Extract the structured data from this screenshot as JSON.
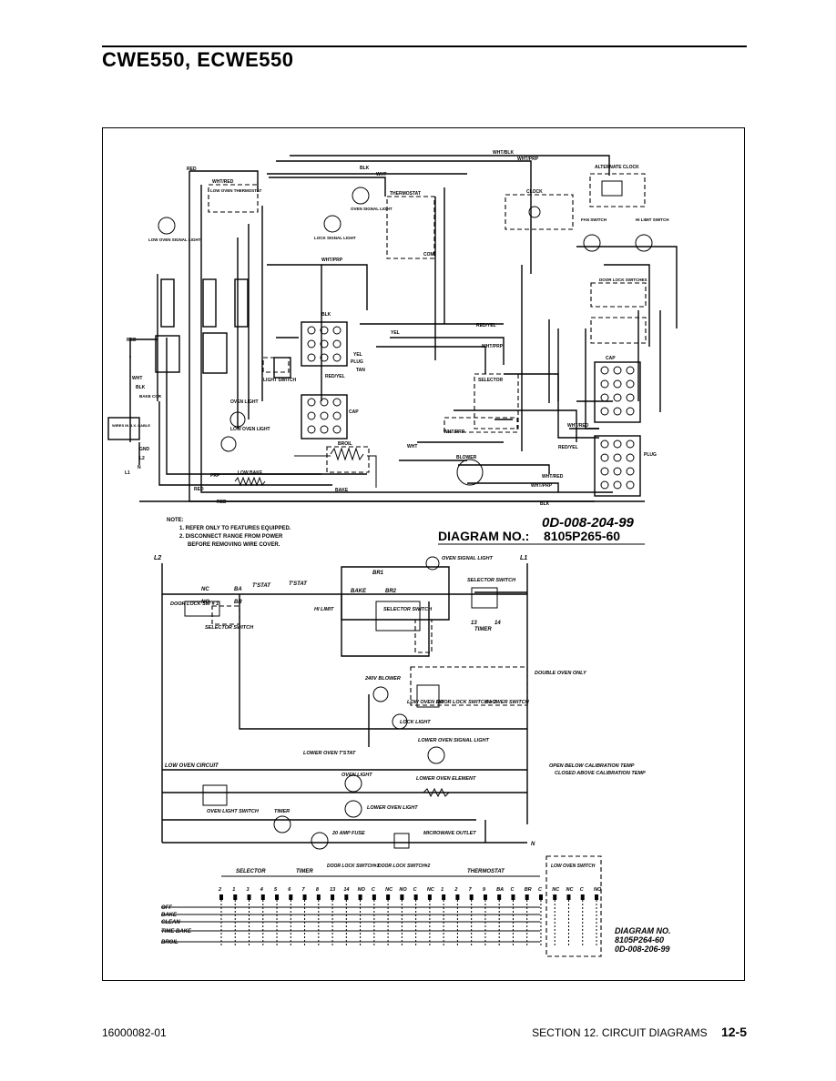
{
  "header": {
    "title": "CWE550, ECWE550"
  },
  "wiring": {
    "labels": {
      "wht_blk": "WHT/BLK",
      "wht_prp": "WHT/PRP",
      "red": "RED",
      "blk": "BLK",
      "wht": "WHT",
      "wht_red": "WHT/RED",
      "yel": "YEL",
      "tan": "TAN",
      "red_yel": "RED/YEL",
      "prp": "PRP",
      "alt_clock": "ALTERNATE CLOCK",
      "clock": "CLOCK",
      "low_oven_thermostat": "LOW OVEN THERMOSTAT",
      "oven_signal_light": "OVEN SIGNAL LIGHT",
      "thermostat": "THERMOSTAT",
      "low_oven_signal_light": "LOW OVEN SIGNAL LIGHT",
      "lock_signal_light": "LOCK SIGNAL LIGHT",
      "fan_switch": "FAN SWITCH",
      "hi_limit_switch": "HI LIMIT SWITCH",
      "door_lock_switches": "DOOR LOCK SWITCHES",
      "com": "COM.",
      "nc": "NC",
      "no": "NO",
      "c": "C",
      "plug": "PLUG",
      "cap": "CAP",
      "light_switch": "LIGHT SWITCH",
      "selector": "SELECTOR",
      "oven_light": "OVEN LIGHT",
      "low_oven_light": "LOW OVEN LIGHT",
      "blower": "BLOWER",
      "broil": "BROIL",
      "bake": "BAKE",
      "low_bake": "LOW BAKE",
      "wires_in_bx": "WIRES IN B.X. CABLE",
      "bake_cor": "BAKE COR",
      "gnd": "GND",
      "l2": "L2",
      "n": "N",
      "l1": "L1"
    },
    "notes": {
      "heading": "NOTE:",
      "n1": "1. REFER ONLY TO FEATURES EQUIPPED.",
      "n2a": "2. DISCONNECT RANGE FROM POWER",
      "n2b": "BEFORE REMOVING WIRE COVER."
    },
    "diagram_code": "0D-008-204-99",
    "diagram_label": "DIAGRAM NO.:",
    "diagram_no": "8105P265-60"
  },
  "schematic": {
    "labels": {
      "l2": "L2",
      "l1": "L1",
      "nc": "NC",
      "ba": "BA",
      "tstat": "T'STAT",
      "br1": "BR1",
      "oven_signal_light": "OVEN SIGNAL LIGHT",
      "selector_switch": "SELECTOR SWITCH",
      "door_lock_sw1": "DOOR LOCK SW # 1",
      "no": "NO",
      "br": "BR",
      "hi_limit": "HI LIMIT",
      "bake": "BAKE",
      "br2": "BR2",
      "timer": "TIMER",
      "n13": "13",
      "n14": "14",
      "blower_240v": "240V BLOWER",
      "double_oven_only": "DOUBLE OVEN ONLY",
      "low_oven_sw": "LOW OVEN SW",
      "door_lock_sw2": "DOOR LOCK SWITCH # 2",
      "blower_switch": "BLOWER SWITCH",
      "lock_light": "LOCK LIGHT",
      "lower_oven_signal_light": "LOWER OVEN SIGNAL LIGHT",
      "lower_oven_tstat": "LOWER OVEN T'STAT",
      "low_oven_circuit": "LOW OVEN CIRCUIT",
      "oven_light": "OVEN LIGHT",
      "lower_oven_element": "LOWER OVEN ELEMENT",
      "lower_oven_light": "LOWER OVEN LIGHT",
      "oven_light_switch": "OVEN LIGHT SWITCH",
      "fuse": "20 AMP FUSE",
      "microwave_outlet": "MICROWAVE OUTLET",
      "n": "N",
      "star_note_1": "OPEN BELOW CALIBRATION TEMP",
      "star_note_2": "CLOSED ABOVE CALIBRATION TEMP"
    }
  },
  "chart_table": {
    "groups": [
      "SELECTOR",
      "TIMER",
      "DOOR LOCK SWITCH#1",
      "DOOR LOCK SWITCH#2",
      "THERMOSTAT",
      "LOW OVEN SWITCH"
    ],
    "terminals": [
      "2",
      "1",
      "3",
      "4",
      "5",
      "6",
      "7",
      "8",
      "13",
      "14",
      "NO",
      "C",
      "NC",
      "NO",
      "C",
      "NC",
      "1",
      "2",
      "7",
      "9",
      "BA",
      "C",
      "BR",
      "C",
      "NC",
      "NC",
      "C",
      "NO"
    ],
    "rows": [
      "OFF",
      "BAKE",
      "CLEAN",
      "TIME BAKE",
      "BROIL"
    ],
    "diagram_no_label": "DIAGRAM NO.",
    "diagram_no": "8105P264-60",
    "diagram_code": "0D-008-206-99"
  },
  "footer": {
    "doc_number": "16000082-01",
    "section": "SECTION 12. CIRCUIT DIAGRAMS",
    "page": "12-5"
  }
}
